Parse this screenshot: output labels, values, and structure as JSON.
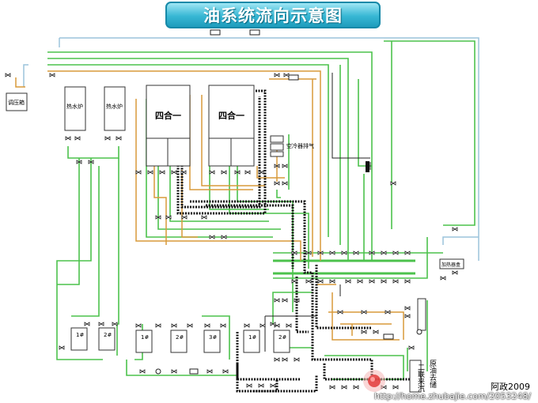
{
  "title": "油系统流向示意图",
  "labels": {
    "pressure_tank": "调压箱",
    "boiler_1": "热水炉",
    "boiler_2": "热水炉",
    "unit_1": "四合一",
    "unit_2": "四合一",
    "heater_gas": "空冷器排气",
    "heater_box": "加热器盒",
    "side_text_1": "原油去储",
    "side_text_2": "二联来汽",
    "tank_1": "1#",
    "tank_2": "2#",
    "tank_3": "1#",
    "tank_4": "2#",
    "tank_5": "3#",
    "tank_6": "1#",
    "tank_7": "2#"
  },
  "footer": {
    "author": "阿政2009",
    "url": "http://home.zhubajie.com/2053248/"
  },
  "colors": {
    "green": "#4cc24c",
    "orange": "#d89a3a",
    "blue": "#9cc4dc",
    "dark": "#111111",
    "title_bg": "#37b7d4"
  }
}
